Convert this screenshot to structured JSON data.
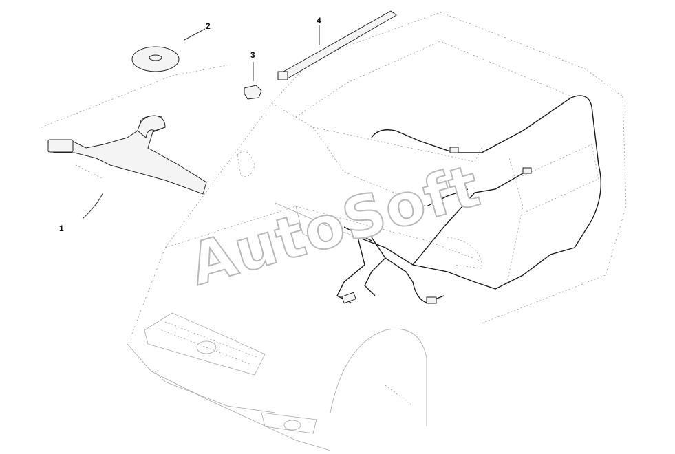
{
  "diagram": {
    "callouts": [
      {
        "id": "callout-1",
        "text": "1"
      },
      {
        "id": "callout-2",
        "text": "2"
      },
      {
        "id": "callout-3",
        "text": "3"
      },
      {
        "id": "callout-4",
        "text": "4"
      }
    ],
    "watermark": "AutoSoft",
    "colors": {
      "line": "#1a1a1a",
      "ghost": "#9a9a9a",
      "watermark_outline": "#b9b9b9",
      "background": "#ffffff"
    }
  }
}
